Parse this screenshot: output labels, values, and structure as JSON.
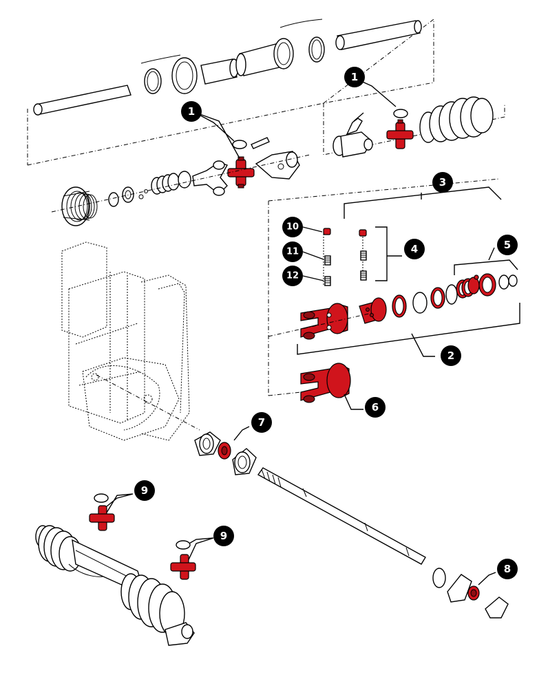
{
  "diagram": {
    "accent_color": "#d0141c",
    "line_color": "#000000",
    "callouts": [
      {
        "id": "c1a",
        "label": "1"
      },
      {
        "id": "c1b",
        "label": "1"
      },
      {
        "id": "c2",
        "label": "2"
      },
      {
        "id": "c3",
        "label": "3"
      },
      {
        "id": "c4",
        "label": "4"
      },
      {
        "id": "c5",
        "label": "5"
      },
      {
        "id": "c6",
        "label": "6"
      },
      {
        "id": "c7",
        "label": "7"
      },
      {
        "id": "c8",
        "label": "8"
      },
      {
        "id": "c9a",
        "label": "9"
      },
      {
        "id": "c9b",
        "label": "9"
      },
      {
        "id": "c10",
        "label": "10"
      },
      {
        "id": "c11",
        "label": "11"
      },
      {
        "id": "c12",
        "label": "12"
      }
    ]
  }
}
